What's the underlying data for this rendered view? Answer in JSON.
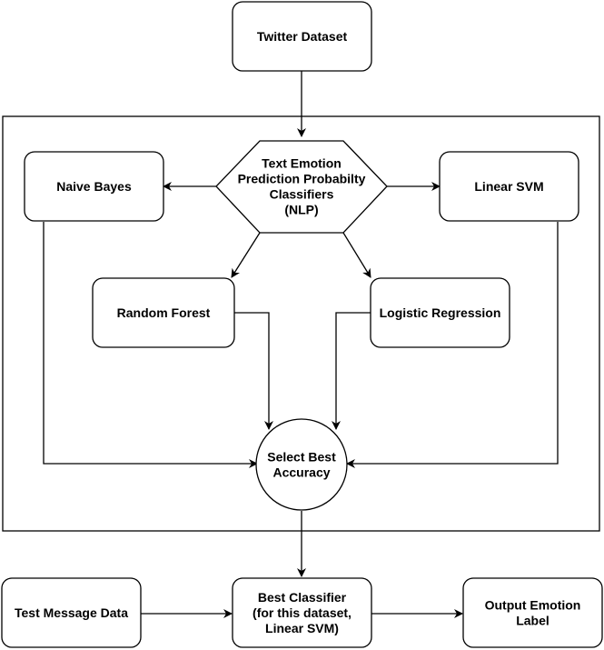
{
  "nodes": {
    "twitter_dataset": [
      "Twitter Dataset"
    ],
    "classifiers_hub": [
      "Text Emotion",
      "Prediction Probabilty",
      "Classifiers",
      "(NLP)"
    ],
    "naive_bayes": [
      "Naive Bayes"
    ],
    "linear_svm": [
      "Linear SVM"
    ],
    "random_forest": [
      "Random Forest"
    ],
    "logistic_regression": [
      "Logistic Regression"
    ],
    "select_best": [
      "Select Best",
      "Accuracy"
    ],
    "test_message": [
      "Test Message Data"
    ],
    "best_classifier": [
      "Best Classifier",
      "(for this dataset,",
      "Linear SVM)"
    ],
    "output_label": [
      "Output Emotion",
      "Label"
    ]
  },
  "edges": [
    {
      "from": "twitter_dataset",
      "to": "classifiers_hub"
    },
    {
      "from": "classifiers_hub",
      "to": "naive_bayes"
    },
    {
      "from": "classifiers_hub",
      "to": "linear_svm"
    },
    {
      "from": "classifiers_hub",
      "to": "random_forest"
    },
    {
      "from": "classifiers_hub",
      "to": "logistic_regression"
    },
    {
      "from": "naive_bayes",
      "to": "select_best"
    },
    {
      "from": "linear_svm",
      "to": "select_best"
    },
    {
      "from": "random_forest",
      "to": "select_best"
    },
    {
      "from": "logistic_regression",
      "to": "select_best"
    },
    {
      "from": "select_best",
      "to": "best_classifier"
    },
    {
      "from": "test_message",
      "to": "best_classifier"
    },
    {
      "from": "best_classifier",
      "to": "output_label"
    }
  ]
}
